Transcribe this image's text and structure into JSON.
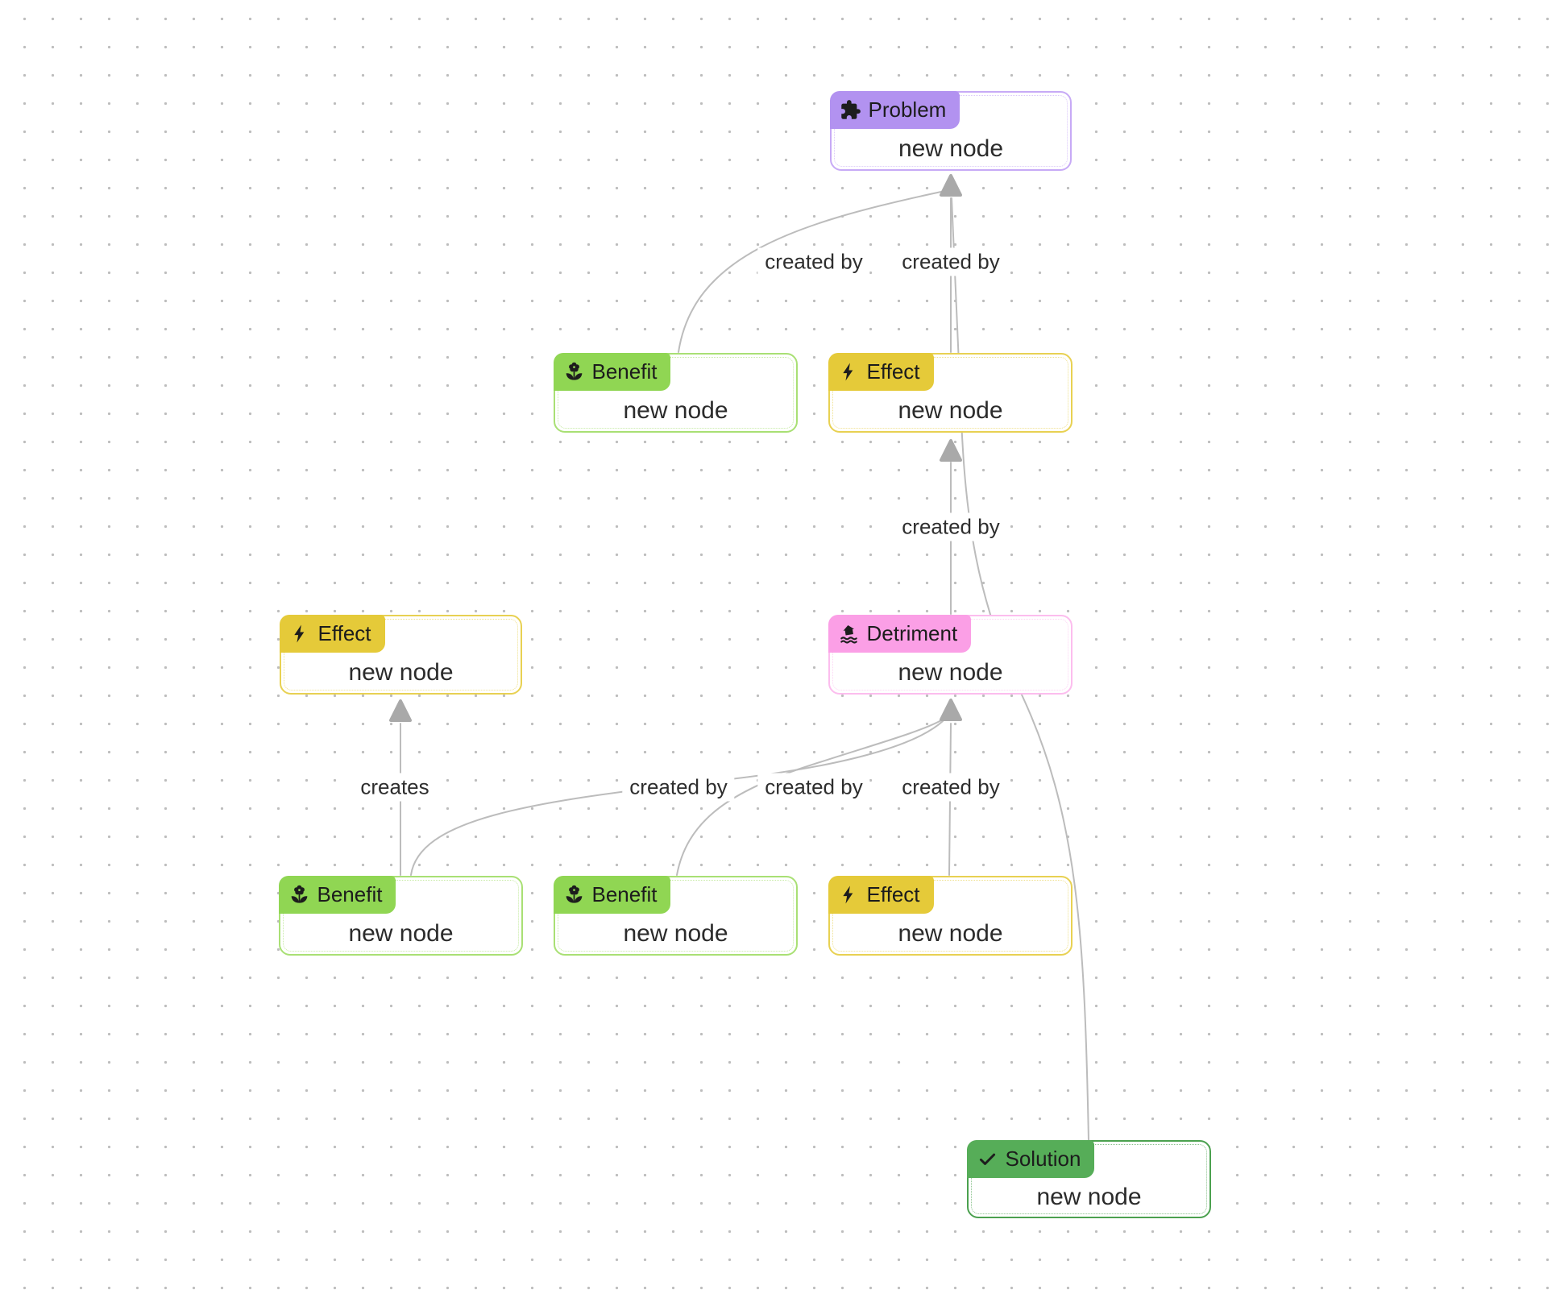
{
  "canvas": {
    "background": "#ffffff",
    "dot_color": "#bdbdbd"
  },
  "node_types": {
    "problem": {
      "name": "Problem",
      "badge_color": "#b292f0",
      "border_color": "#c7aaf6",
      "icon": "puzzle-icon"
    },
    "benefit": {
      "name": "Benefit",
      "badge_color": "#90d653",
      "border_color": "#a9e074",
      "icon": "flower-icon"
    },
    "effect": {
      "name": "Effect",
      "badge_color": "#e5ca39",
      "border_color": "#e8d152",
      "icon": "bolt-icon"
    },
    "detriment": {
      "name": "Detriment",
      "badge_color": "#fb9fe6",
      "border_color": "#fcbdee",
      "icon": "flood-icon"
    },
    "solution": {
      "name": "Solution",
      "badge_color": "#56ad58",
      "border_color": "#4ba14f",
      "icon": "check-icon"
    }
  },
  "nodes": {
    "problem": {
      "badge": "Problem",
      "label": "new node"
    },
    "benefit_top": {
      "badge": "Benefit",
      "label": "new node"
    },
    "effect_top": {
      "badge": "Effect",
      "label": "new node"
    },
    "effect_left": {
      "badge": "Effect",
      "label": "new node"
    },
    "detriment": {
      "badge": "Detriment",
      "label": "new node"
    },
    "benefit_bl": {
      "badge": "Benefit",
      "label": "new node"
    },
    "benefit_bm": {
      "badge": "Benefit",
      "label": "new node"
    },
    "effect_bottom": {
      "badge": "Effect",
      "label": "new node"
    },
    "solution": {
      "badge": "Solution",
      "label": "new node"
    }
  },
  "edges": {
    "benefit_top_to_problem": {
      "label": "created by"
    },
    "effect_top_to_problem": {
      "label": "created by"
    },
    "solution_to_problem": {
      "label": ""
    },
    "detriment_to_effect_top": {
      "label": "created by"
    },
    "benefit_bl_to_effect_left": {
      "label": "creates"
    },
    "benefit_bl_to_detriment": {
      "label": "created by"
    },
    "benefit_bm_to_detriment": {
      "label": "created by"
    },
    "effect_bottom_to_detriment": {
      "label": "created by"
    },
    "line_color": "#bcbcbc",
    "arrow_color": "#a9a9a9"
  }
}
